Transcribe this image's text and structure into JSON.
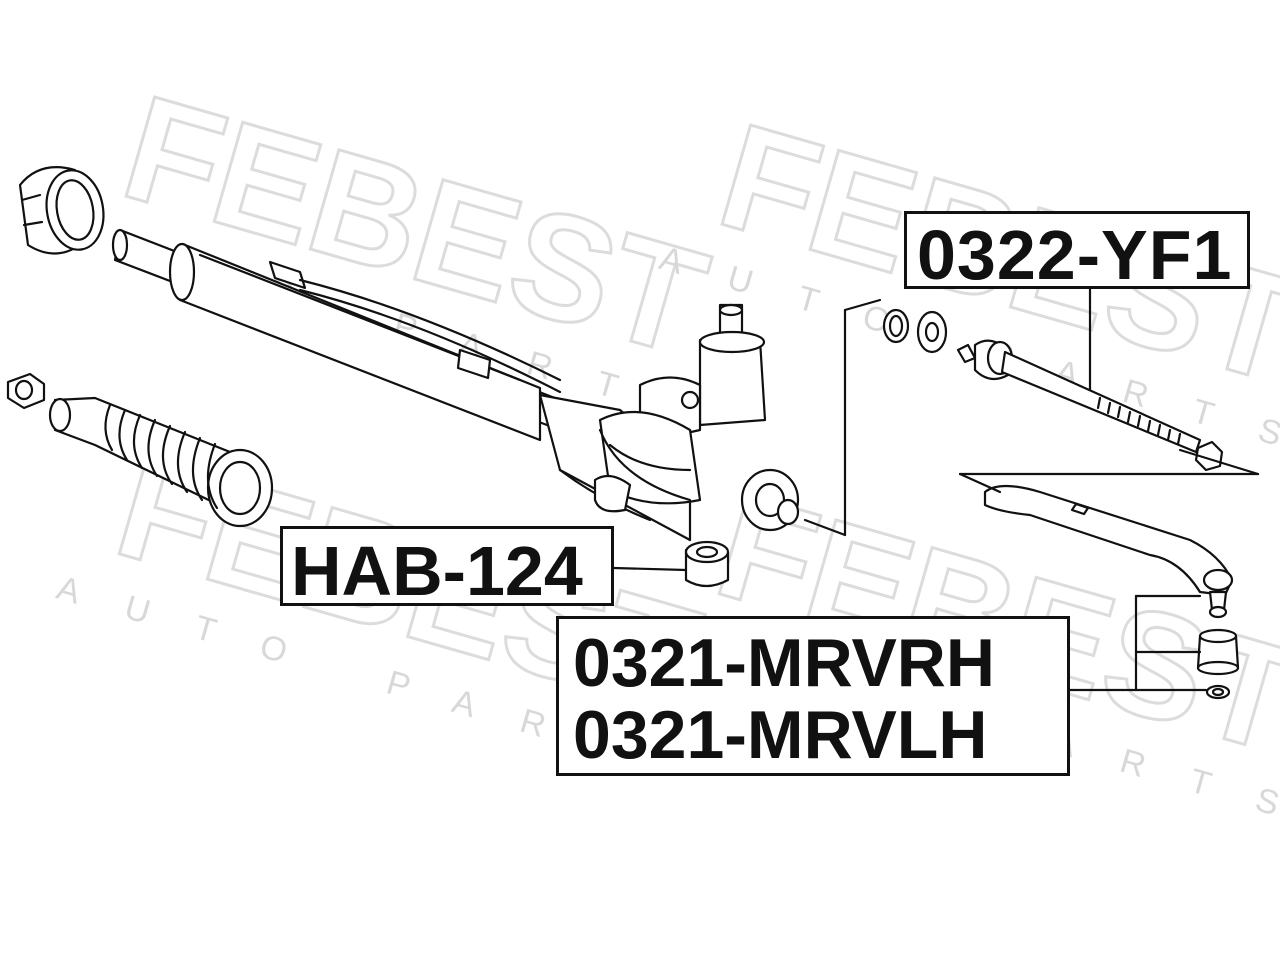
{
  "watermark": {
    "brand": "FEBEST",
    "tagline": "AUTO PARTS"
  },
  "parts": {
    "tie_rod": "0322-YF1",
    "rack_bushing": "HAB-124",
    "tie_rod_end_rh": "0321-MRVRH",
    "tie_rod_end_lh": "0321-MRVLH"
  },
  "colors": {
    "line": "#111111",
    "watermark": "#d9d9d9",
    "background": "#ffffff"
  }
}
